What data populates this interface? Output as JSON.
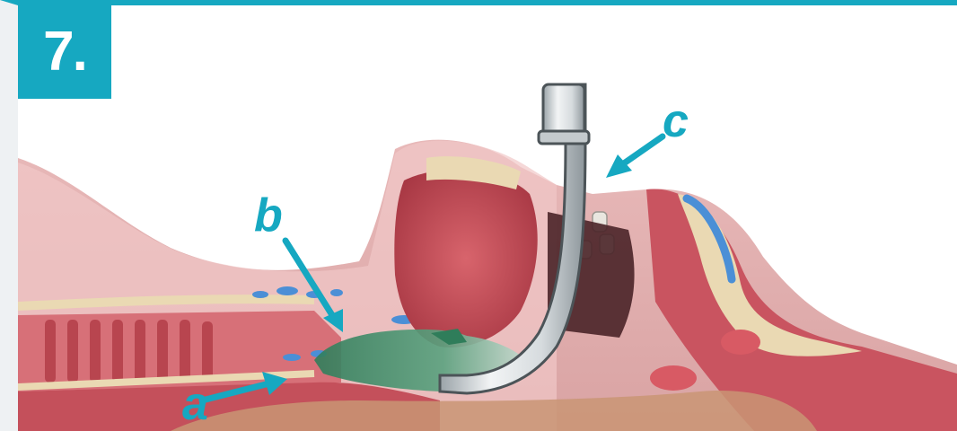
{
  "figure": {
    "step_number": "7.",
    "callouts": {
      "a": "a",
      "b": "b",
      "c": "c"
    }
  },
  "colors": {
    "accent": "#16a8c1",
    "frame_gray": "#eef1f3",
    "tissue_pink": "#e8b3b3",
    "tissue_red": "#c9505a",
    "bone_cream": "#ead9b3",
    "cartilage_blue": "#4b8fd6",
    "mask_green": "#3f8f6a",
    "tube_gray": "#d9dde0"
  }
}
